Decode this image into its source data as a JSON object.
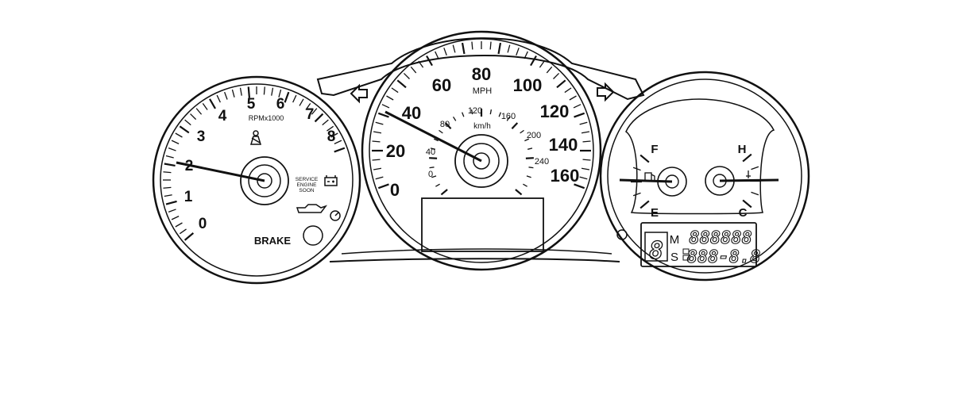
{
  "tachometer": {
    "scale_labels": [
      "0",
      "1",
      "2",
      "3",
      "4",
      "5",
      "6",
      "7",
      "8"
    ],
    "unit_label": "RPMx1000",
    "service_label_lines": [
      "SERVICE",
      "ENGINE",
      "SOON"
    ],
    "brake_label": "BRAKE",
    "needle_value": 2
  },
  "speedometer": {
    "mph_labels": [
      "0",
      "20",
      "40",
      "60",
      "80",
      "100",
      "120",
      "140",
      "160"
    ],
    "mph_unit": "MPH",
    "kmh_labels": [
      "0",
      "40",
      "80",
      "120",
      "160",
      "200",
      "240"
    ],
    "kmh_unit": "km/h",
    "needle_value": 40
  },
  "fuel_gauge": {
    "full_label": "F",
    "empty_label": "E"
  },
  "temp_gauge": {
    "hot_label": "H",
    "cold_label": "C"
  },
  "odometer_display": {
    "gear_glyph": "8",
    "trip_m_label": "M",
    "trip_s_label": "S",
    "top_digits": "888888",
    "bottom_digits": "888-8.8"
  }
}
